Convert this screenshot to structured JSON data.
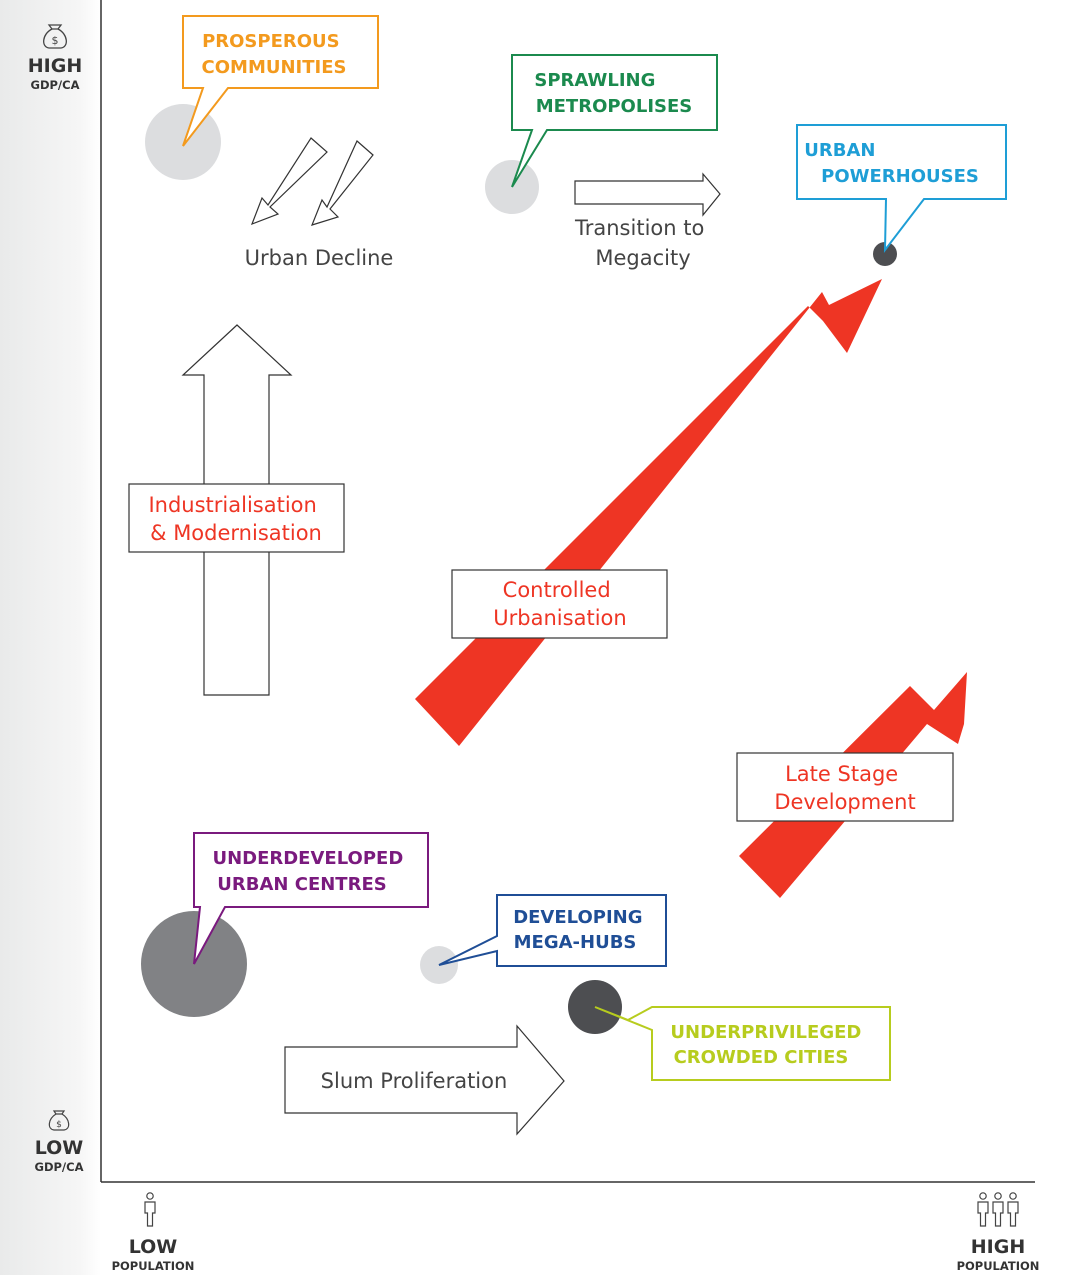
{
  "axes": {
    "y_high": {
      "word": "HIGH",
      "sub": "GDP/CA"
    },
    "y_low": {
      "word": "LOW",
      "sub": "GDP/CA"
    },
    "x_low": {
      "word": "LOW",
      "sub": "POPULATION"
    },
    "x_high": {
      "word": "HIGH",
      "sub": "POPULATION"
    }
  },
  "icons": {
    "y_high": "money-bag-icon",
    "y_low": "money-bag-icon",
    "x_low": "person-icon",
    "x_high": "group-of-people-icon"
  },
  "categories": [
    {
      "lines": [
        "PROSPEROUS",
        "COMMUNITIES"
      ],
      "color": "#f39a1e"
    },
    {
      "lines": [
        "SPRAWLING",
        "METROPOLISES"
      ],
      "color": "#1b8a4e"
    },
    {
      "lines": [
        "URBAN",
        "POWERHOUSES"
      ],
      "color": "#1e9ed6"
    },
    {
      "lines": [
        "UNDERDEVELOPED",
        "URBAN CENTRES"
      ],
      "color": "#7a1a7e"
    },
    {
      "lines": [
        "DEVELOPING",
        "MEGA-HUBS"
      ],
      "color": "#1f4e96"
    },
    {
      "lines": [
        "UNDERPRIVILEGED",
        "CROWDED CITIES"
      ],
      "color": "#b7cc1e"
    }
  ],
  "transitions": [
    {
      "lines": [
        "Urban Decline"
      ]
    },
    {
      "lines": [
        "Transition to",
        "Megacity"
      ]
    },
    {
      "lines": [
        "Industrialisation",
        "& Modernisation"
      ]
    },
    {
      "lines": [
        "Controlled",
        "Urbanisation"
      ]
    },
    {
      "lines": [
        "Late Stage",
        "Development"
      ]
    },
    {
      "lines": [
        "Slum Proliferation"
      ]
    }
  ],
  "colors": {
    "red_arrow": "#ee3524",
    "transition_text_red": "#ee3524",
    "transition_text_grey": "#444444",
    "bubble_light": "#dcdddf",
    "bubble_mid": "#818285",
    "bubble_dark": "#4d4e51",
    "axis": "#333333"
  }
}
